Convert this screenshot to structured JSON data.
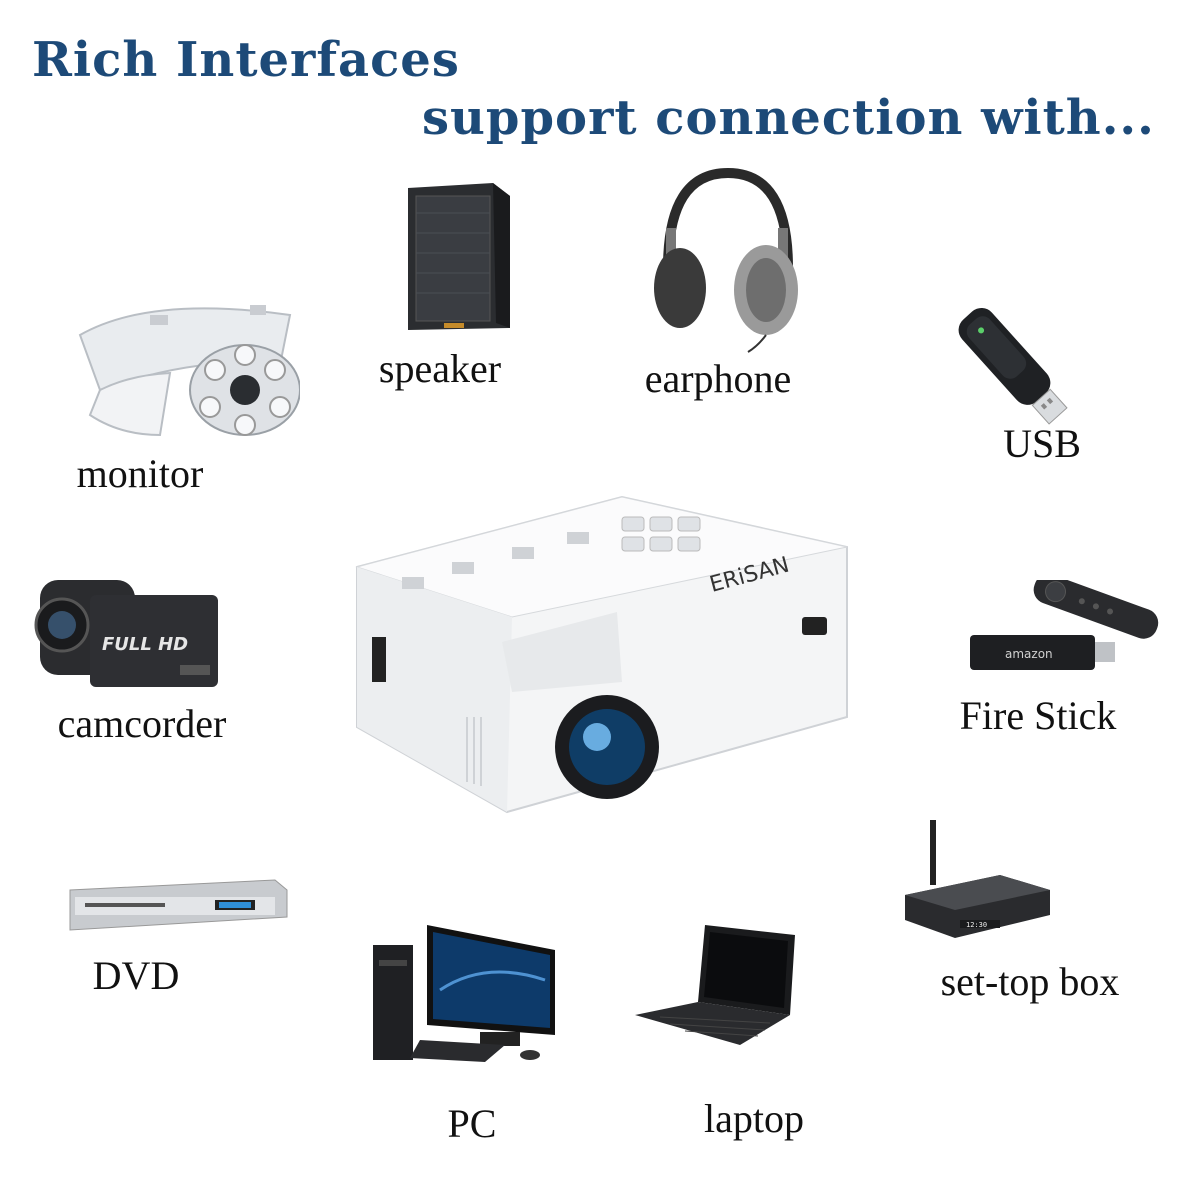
{
  "headline": {
    "line1": "Rich Interfaces",
    "line2": "support connection with..."
  },
  "devices": [
    {
      "key": "monitor",
      "label": "monitor",
      "icon": "security-camera-icon"
    },
    {
      "key": "speaker",
      "label": "speaker",
      "icon": "speaker-icon"
    },
    {
      "key": "earphone",
      "label": "earphone",
      "icon": "headphones-icon"
    },
    {
      "key": "usb",
      "label": "USB",
      "icon": "usb-drive-icon"
    },
    {
      "key": "camcorder",
      "label": "camcorder",
      "icon": "camcorder-icon"
    },
    {
      "key": "firestick",
      "label": "Fire Stick",
      "icon": "fire-stick-icon"
    },
    {
      "key": "dvd",
      "label": "DVD",
      "icon": "dvd-player-icon"
    },
    {
      "key": "settop",
      "label": "set-top box",
      "icon": "set-top-box-icon"
    },
    {
      "key": "pc",
      "label": "PC",
      "icon": "desktop-pc-icon"
    },
    {
      "key": "laptop",
      "label": "laptop",
      "icon": "laptop-icon"
    }
  ],
  "product": {
    "brand": "ERiSAN",
    "icon": "projector-icon",
    "camcorder_badge": "FULL HD",
    "firestick_brand": "amazon"
  },
  "colors": {
    "headline": "#1d4a78",
    "label": "#111111",
    "background": "#ffffff"
  }
}
